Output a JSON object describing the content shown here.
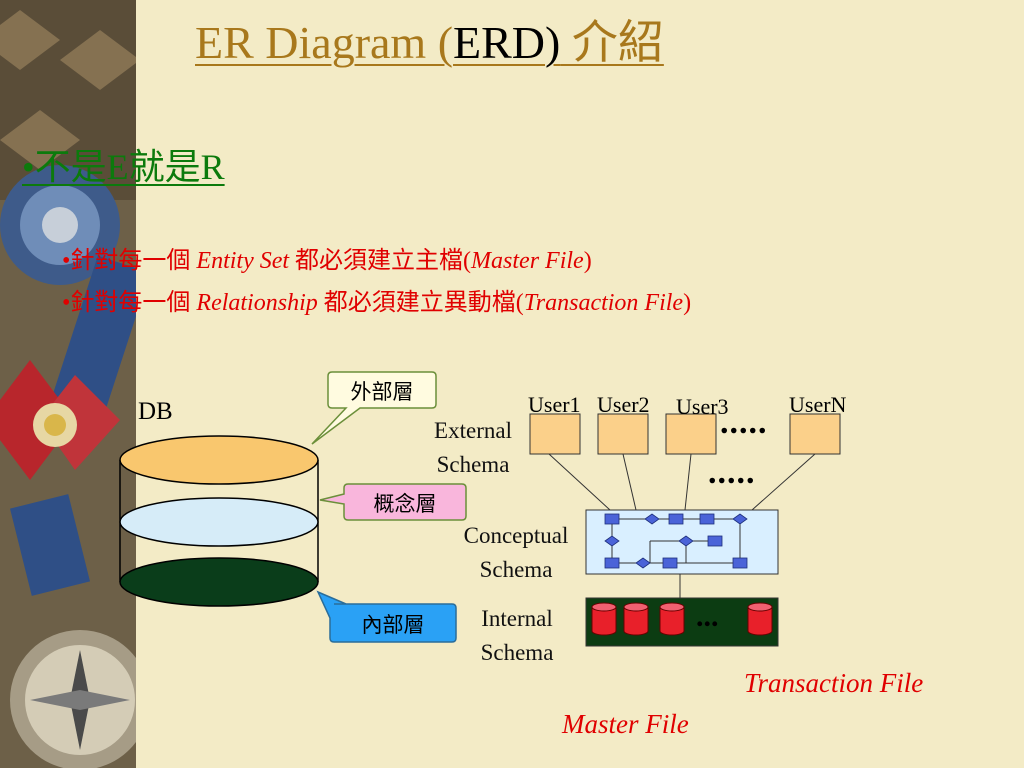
{
  "slide": {
    "title_prefix": "ER Diagram (",
    "title_erd": "ERD)",
    "title_suffix": " 介紹",
    "bullet_main": "•不是E就是R",
    "sub_bullets": [
      {
        "dot": "•",
        "pre": "針對每一個 ",
        "em": "Entity Set",
        "mid": " 都必須建立主檔(",
        "em2": "Master File",
        "post": ")"
      },
      {
        "dot": "•",
        "pre": "針對每一個 ",
        "em": "Relationship",
        "mid": " 都必須建立異動檔(",
        "em2": "Transaction File",
        "post": ")"
      }
    ]
  },
  "diagram": {
    "db_label": "DB",
    "callouts": {
      "external": "外部層",
      "conceptual": "概念層",
      "internal": "內部層"
    },
    "schema_labels": {
      "external_1": "External",
      "external_2": "Schema",
      "conceptual_1": "Conceptual",
      "conceptual_2": "Schema",
      "internal_1": "Internal",
      "internal_2": "Schema"
    },
    "users": [
      "User1",
      "User2",
      "User3",
      "UserN"
    ],
    "ellipsis": ".....",
    "internal_ellipsis": "...",
    "transaction_file": "Transaction File",
    "master_file": "Master File"
  },
  "colors": {
    "title": "#a8781c",
    "bullet": "#0c7a0c",
    "red_text": "#e00000",
    "cylinder_top": "#f9c76e",
    "cylinder_mid": "#d6ecf8",
    "cylinder_bottom": "#0a3d1a",
    "user_box": "#fbd08a",
    "conceptual_box": "#d9efff",
    "internal_box": "#0c3c12",
    "internal_cylinders": "#e8202a",
    "callout_external": "#fffbe0",
    "callout_conceptual": "#f9b6dc",
    "callout_internal": "#2aa1f5"
  }
}
